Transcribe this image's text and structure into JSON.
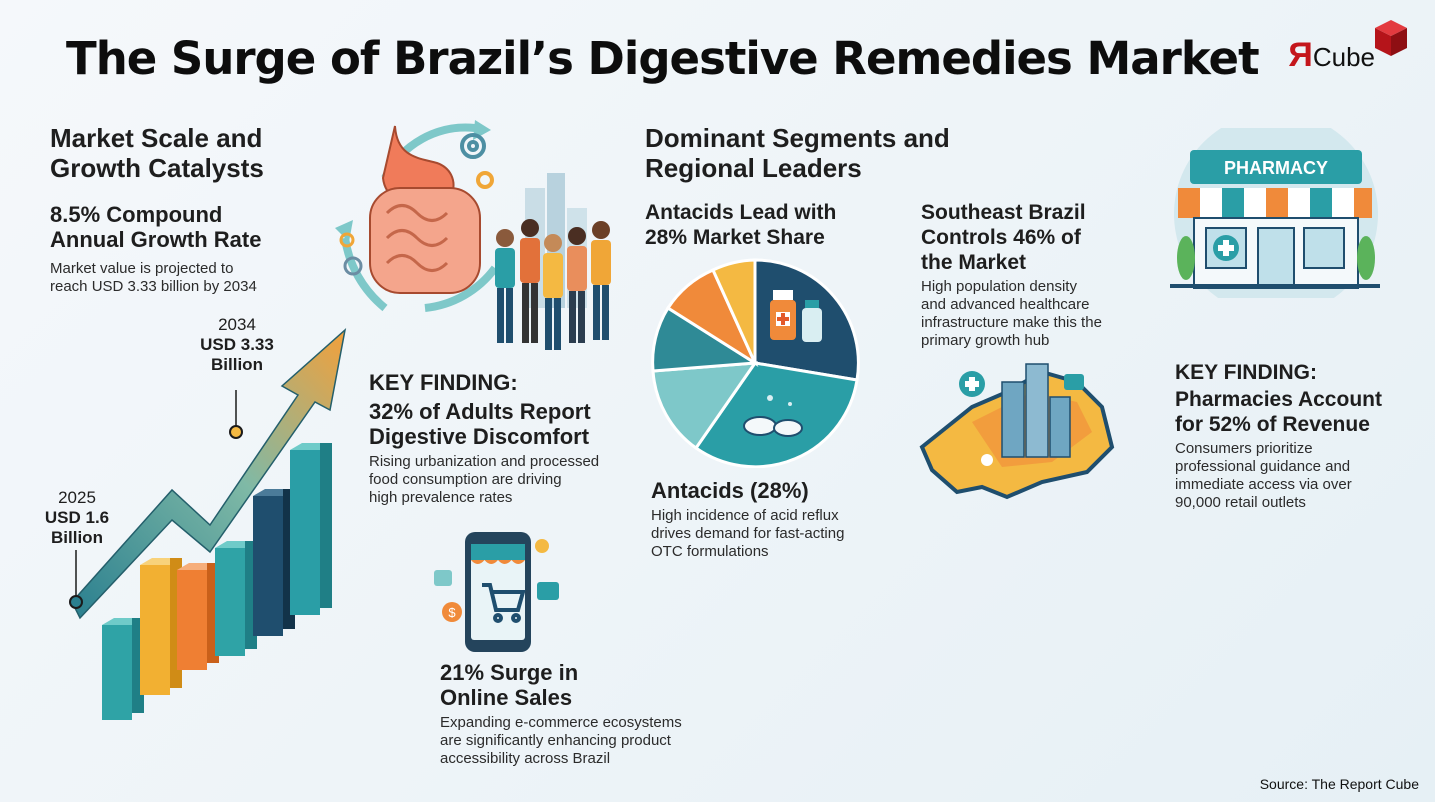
{
  "title": "The Surge of Brazil’s Digestive Remedies Market",
  "logo": {
    "mark": "Я",
    "text": "Cube"
  },
  "source": "Source: The Report Cube",
  "market_scale": {
    "heading_line1": "Market Scale and",
    "heading_line2": "Growth Catalysts",
    "cagr_line1": "8.5% Compound",
    "cagr_line2": "Annual Growth Rate",
    "desc_line1": "Market value is projected to",
    "desc_line2": "reach USD 3.33 billion by 2034",
    "start_year": "2025",
    "start_value_line1": "USD 1.6",
    "start_value_line2": "Billion",
    "end_year": "2034",
    "end_value_line1": "USD 3.33",
    "end_value_line2": "Billion"
  },
  "key_finding_adults": {
    "label": "KEY FINDING:",
    "headline_line1": "32% of Adults Report",
    "headline_line2": "Digestive Discomfort",
    "desc_line1": "Rising urbanization and processed",
    "desc_line2": "food consumption are driving",
    "desc_line3": "high prevalence rates"
  },
  "online_sales": {
    "headline_line1": "21% Surge in",
    "headline_line2": "Online Sales",
    "desc_line1": "Expanding e-commerce ecosystems",
    "desc_line2": "are significantly enhancing product",
    "desc_line3": "accessibility across Brazil"
  },
  "segments": {
    "heading_line1": "Dominant Segments and",
    "heading_line2": "Regional Leaders",
    "antacid_head_line1": "Antacids Lead with",
    "antacid_head_line2": "28% Market Share",
    "antacid_label": "Antacids (28%)",
    "antacid_desc_line1": "High incidence of acid reflux",
    "antacid_desc_line2": "drives demand for fast-acting",
    "antacid_desc_line3": "OTC formulations"
  },
  "southeast": {
    "head_line1": "Southeast Brazil",
    "head_line2": "Controls 46% of",
    "head_line3": "the Market",
    "desc_line1": "High population density",
    "desc_line2": "and advanced healthcare",
    "desc_line3": "infrastructure make this the",
    "desc_line4": "primary growth hub"
  },
  "pharmacy": {
    "sign": "PHARMACY",
    "label": "KEY FINDING:",
    "headline_line1": "Pharmacies Account",
    "headline_line2": "for 52% of Revenue",
    "desc_line1": "Consumers prioritize",
    "desc_line2": "professional guidance and",
    "desc_line3": "immediate access via over",
    "desc_line4": "90,000 retail outlets"
  },
  "colors": {
    "teal": "#2a9ea6",
    "navy": "#1f4e6e",
    "orange": "#f08a3a",
    "yellow": "#f4b942",
    "light_teal": "#7ec8c9",
    "brand_red": "#c4161c"
  },
  "icons": [
    "digestive-system-icon",
    "gear-icon",
    "people-group-icon",
    "growth-arrow-icon",
    "smartphone-shop-icon",
    "cart-icon",
    "pill-bottle-icon",
    "tablets-icon",
    "brazil-map-icon",
    "pharmacy-store-icon"
  ]
}
